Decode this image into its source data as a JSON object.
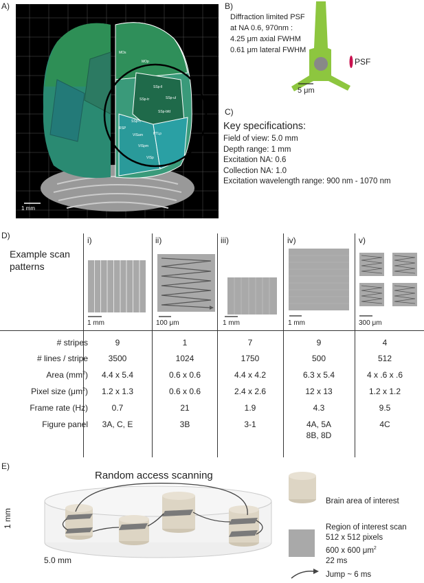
{
  "panels": {
    "a": "A)",
    "b": "B)",
    "c": "C)",
    "d": "D)",
    "e": "E)"
  },
  "brain": {
    "scale_bar": "1 mm",
    "regions": [
      "MOs",
      "MOp",
      "SSp-ll",
      "SSp-ul",
      "SSp-tr",
      "SSp-bfd",
      "SSp-n",
      "RSP",
      "VISam",
      "PTLp",
      "VISpm",
      "VISp"
    ]
  },
  "psf": {
    "line1": "Diffraction limited PSF",
    "line2": "at NA 0.6, 970nm :",
    "line3": "4.25 μm axial FWHM",
    "line4": "0.61 μm lateral FWHM",
    "psf_label": "PSF",
    "scale_bar": "5 μm"
  },
  "specs": {
    "title": "Key specifications:",
    "items": [
      "Field of view: 5.0 mm",
      "Depth range: 1 mm",
      "Excitation NA: 0.6",
      "Collection NA: 1.0",
      "Excitation wavelength range: 900 nm - 1070 nm"
    ]
  },
  "table": {
    "heading_line1": "Example scan",
    "heading_line2": "patterns",
    "columns": [
      {
        "roman": "i)",
        "scale": "1 mm"
      },
      {
        "roman": "ii)",
        "scale": "100 μm"
      },
      {
        "roman": "iii)",
        "scale": "1 mm"
      },
      {
        "roman": "iv)",
        "scale": "1 mm"
      },
      {
        "roman": "v)",
        "scale": "300 μm"
      }
    ],
    "row_labels": [
      "# stripes",
      "# lines / stripe",
      "Area (mm",
      "Pixel size (μm",
      "Frame rate (Hz)",
      "Figure panel"
    ],
    "sup": "2",
    "rows": [
      [
        "9",
        "1",
        "7",
        "9",
        "4"
      ],
      [
        "3500",
        "1024",
        "1750",
        "500",
        "512"
      ],
      [
        "4.4 x 5.4",
        "0.6 x 0.6",
        "4.4 x 4.2",
        "6.3 x 5.4",
        "4 x .6 x .6"
      ],
      [
        "1.2 x 1.3",
        "0.6 x 0.6",
        "2.4 x 2.6",
        "12 x 13",
        "1.2 x 1.2"
      ],
      [
        "0.7",
        "21",
        "1.9",
        "4.3",
        "9.5"
      ],
      [
        "3A, C, E",
        "3B",
        "3-1",
        "4A, 5A",
        "4C"
      ]
    ],
    "extra_panel_iv": "8B, 8D"
  },
  "random": {
    "title": "Random access scanning",
    "depth": "1 mm",
    "fov": "5.0 mm",
    "legend_brain": "Brain area of interest",
    "legend_roi_1": "Region of interest scan",
    "legend_roi_2": "512 x 512 pixels",
    "legend_roi_3": "600 x 600 μm",
    "legend_roi_4": "22 ms",
    "legend_jump": "Jump ~ 6 ms"
  },
  "colors": {
    "neuron": "#8dc63f",
    "psf": "#c8104e",
    "stripe": "#a9a9a9",
    "cylinder": "#ddd5c4"
  }
}
